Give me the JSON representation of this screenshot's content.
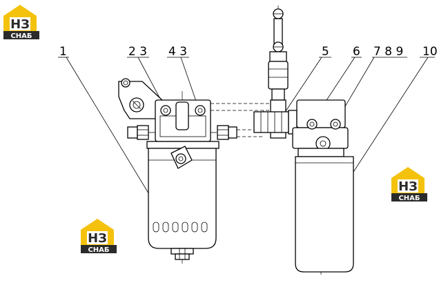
{
  "logos": [
    {
      "big": "НЗ",
      "small": "СНАБ"
    },
    {
      "big": "НЗ",
      "small": "СНАБ"
    },
    {
      "big": "НЗ",
      "small": "СНАБ"
    }
  ],
  "callouts": [
    "1",
    "2 3",
    "4 3",
    "5",
    "6",
    "7 8 9",
    "10"
  ],
  "colors": {
    "logo_yellow": "#f4c20d",
    "logo_dark": "#2b2b2b",
    "ink": "#000000"
  }
}
